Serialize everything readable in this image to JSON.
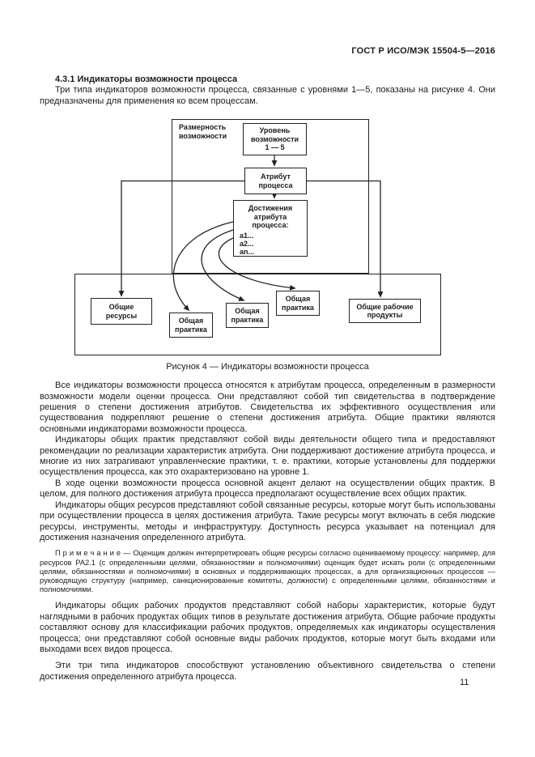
{
  "page": {
    "header": "ГОСТ Р ИСО/МЭК 15504-5—2016",
    "number": "11"
  },
  "section": {
    "title": "4.3.1 Индикаторы возможности процесса",
    "intro": "Три типа индикаторов возможности процесса, связанные с уровнями 1—5, показаны на рисунке 4. Они предназначены для применения ко всем процессам."
  },
  "diagram": {
    "dimension_label": "Размерность\nвозможности",
    "level_box": "Уровень\nвозможности\n1 — 5",
    "attribute_box": "Атрибут\nпроцесса",
    "achievement_box_title": "Достижения\nатрибута процесса:",
    "achievement_items": [
      "а1...",
      "а2...",
      "аn..."
    ],
    "resources_box": "Общие\nресурсы",
    "practice_box_1": "Общая\nпрактика",
    "practice_box_2": "Общая\nпрактика",
    "practice_box_3": "Общая\nпрактика",
    "products_box": "Общие рабочие\nпродукты",
    "caption": "Рисунок 4 — Индикаторы возможности процесса"
  },
  "body": {
    "p1": "Все индикаторы возможности процесса относятся к атрибутам процесса, определенным в размерности возможности модели оценки процесса. Они представляют собой тип свидетельства в подтверждение решения о степени достижения атрибутов. Свидетельства их эффективного осуществления или существования подкрепляют решение о степени достижения атрибута. Общие практики являются основными индикаторами возможности процесса.",
    "p2": "Индикаторы общих практик представляют собой виды деятельности общего типа и предоставляют рекомендации по реализации характеристик атрибута. Они поддерживают достижение атрибута процесса, и многие из них затрагивают управленческие практики, т. е. практики, которые установлены для поддержки осуществления процесса, как это охарактеризовано на уровне 1.",
    "p3": "В ходе оценки возможности процесса основной акцент делают на осуществлении общих практик. В целом, для полного достижения атрибута процесса предполагают осуществление всех общих практик.",
    "p4": "Индикаторы общих ресурсов представляют собой связанные ресурсы, которые могут быть использованы при осуществлении процесса в целях достижения атрибута. Такие ресурсы могут включать в себя людские ресурсы, инструменты, методы и инфраструктуру. Доступность ресурса указывает на потенциал для достижения назначения определенного атрибута.",
    "note": "П р и м е ч а н и е  —  Оценщик должен интерпретировать общие ресурсы согласно оцениваемому процессу: например, для ресурсов РА2.1 (с определенными целями, обязанностями и полномочиями) оценщик будет искать роли (с определенными целями, обязанностями и полномочиями) в основных и поддерживающих процессах, а для организационных процессов — руководящую структуру (например, санкционированные комитеты, должности) с определенными целями, обязанностями и полномочиями.",
    "p5": "Индикаторы общих рабочих продуктов представляют собой наборы характеристик, которые будут наглядными в рабочих продуктах общих типов в результате достижения атрибута. Общие рабочие продукты составляют основу для классификации рабочих продуктов, определяемых как индикаторы осуществления процесса; они представляют собой основные виды рабочих продуктов, которые могут быть входами или выходами всех видов процесса.",
    "p6": "Эти три типа индикаторов способствуют установлению объективного свидетельства о степени достижения определенного атрибута процесса."
  }
}
